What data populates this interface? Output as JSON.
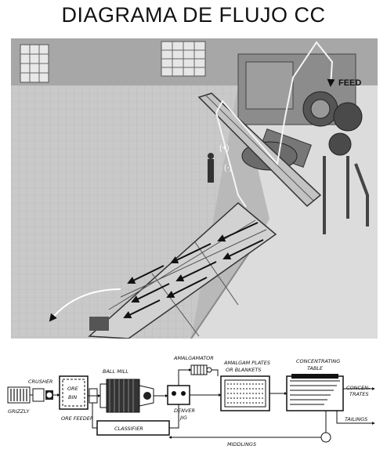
{
  "title": "DIAGRAMA DE FLUJO CC",
  "photo": {
    "feed_label": "FEED",
    "plus_sign": "(+)",
    "minus_sign": "(-)"
  },
  "schematic": {
    "labels": {
      "crusher": "CRUSHER",
      "grizzly": "GRIZZLY",
      "ore_bin_1": "ORE",
      "ore_bin_2": "BIN",
      "ore_feeder": "ORE FEEDER",
      "ball_mill": "BALL MILL",
      "amalgamator": "AMALGAMATOR",
      "denver_jig_1": "DENVER",
      "denver_jig_2": "JIG",
      "amalgam_plates_1": "AMALGAM PLATES",
      "amalgam_plates_2": "OR BLANKETS",
      "concentrating_table_1": "CONCENTRATING",
      "concentrating_table_2": "TABLE",
      "concentrates_1": "CONCEN-",
      "concentrates_2": "TRATES",
      "tailings": "TAILINGS",
      "classifier": "CLASSIFIER",
      "middlings": "MIDDLINGS"
    }
  }
}
